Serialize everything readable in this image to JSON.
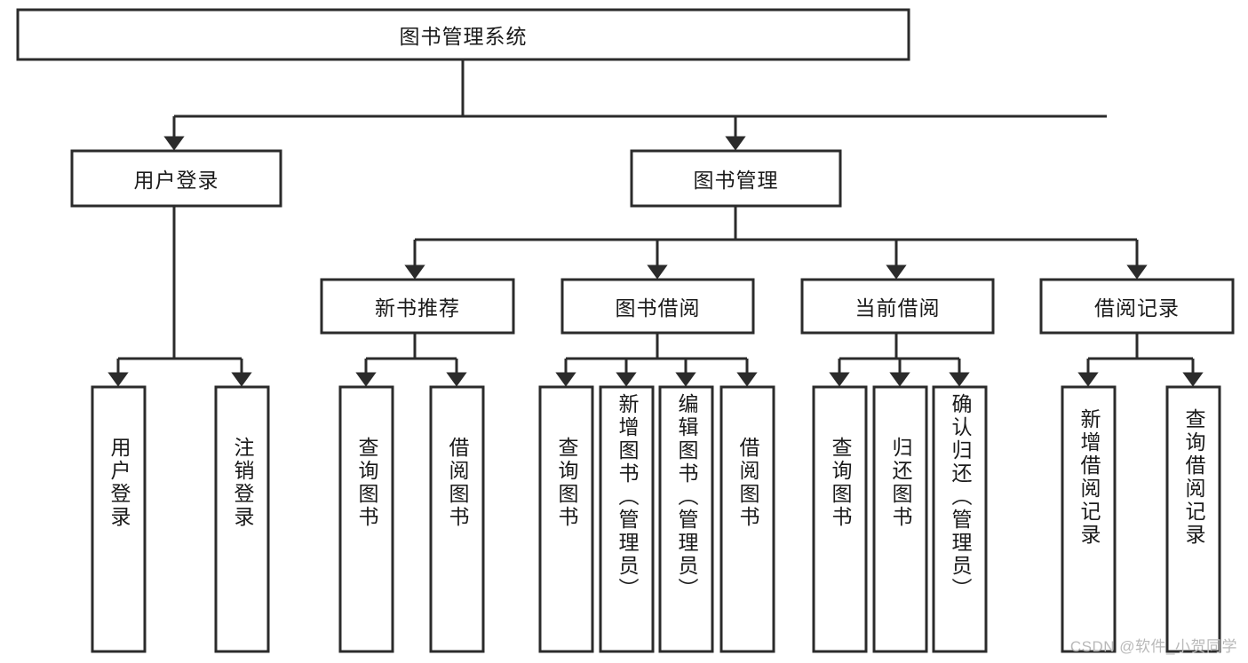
{
  "diagram": {
    "type": "hierarchy-tree",
    "title": "图书管理系统",
    "root": {
      "id": "root",
      "label": "图书管理系统"
    },
    "level2": [
      {
        "id": "user-login",
        "label": "用户登录"
      },
      {
        "id": "book-manage",
        "label": "图书管理"
      }
    ],
    "level3": [
      {
        "id": "new-book-recommend",
        "label": "新书推荐",
        "parent": "book-manage"
      },
      {
        "id": "book-borrow",
        "label": "图书借阅",
        "parent": "book-manage"
      },
      {
        "id": "current-borrow",
        "label": "当前借阅",
        "parent": "book-manage"
      },
      {
        "id": "borrow-record",
        "label": "借阅记录",
        "parent": "book-manage"
      }
    ],
    "leaves": [
      {
        "id": "leaf-user-login",
        "label": "用户登录",
        "parent": "user-login"
      },
      {
        "id": "leaf-user-logout",
        "label": "注销登录",
        "parent": "user-login"
      },
      {
        "id": "leaf-query-book-1",
        "label": "查询图书",
        "parent": "new-book-recommend"
      },
      {
        "id": "leaf-borrow-book-1",
        "label": "借阅图书",
        "parent": "new-book-recommend"
      },
      {
        "id": "leaf-query-book-2",
        "label": "查询图书",
        "parent": "book-borrow"
      },
      {
        "id": "leaf-add-book",
        "label": "新增图书（管理员）",
        "parent": "book-borrow"
      },
      {
        "id": "leaf-edit-book",
        "label": "编辑图书（管理员）",
        "parent": "book-borrow"
      },
      {
        "id": "leaf-borrow-book-2",
        "label": "借阅图书",
        "parent": "book-borrow"
      },
      {
        "id": "leaf-query-book-3",
        "label": "查询图书",
        "parent": "current-borrow"
      },
      {
        "id": "leaf-return-book",
        "label": "归还图书",
        "parent": "current-borrow"
      },
      {
        "id": "leaf-confirm-return",
        "label": "确认归还（管理员）",
        "parent": "current-borrow"
      },
      {
        "id": "leaf-add-record",
        "label": "新增借阅记录",
        "parent": "borrow-record"
      },
      {
        "id": "leaf-query-record",
        "label": "查询借阅记录",
        "parent": "borrow-record"
      }
    ],
    "colors": {
      "stroke": "#2b2b2b",
      "fill": "#ffffff",
      "text": "#1a1a1a",
      "watermark": "#b9b9b9"
    }
  },
  "watermark": {
    "text": "CSDN @软件_小贺同学"
  }
}
